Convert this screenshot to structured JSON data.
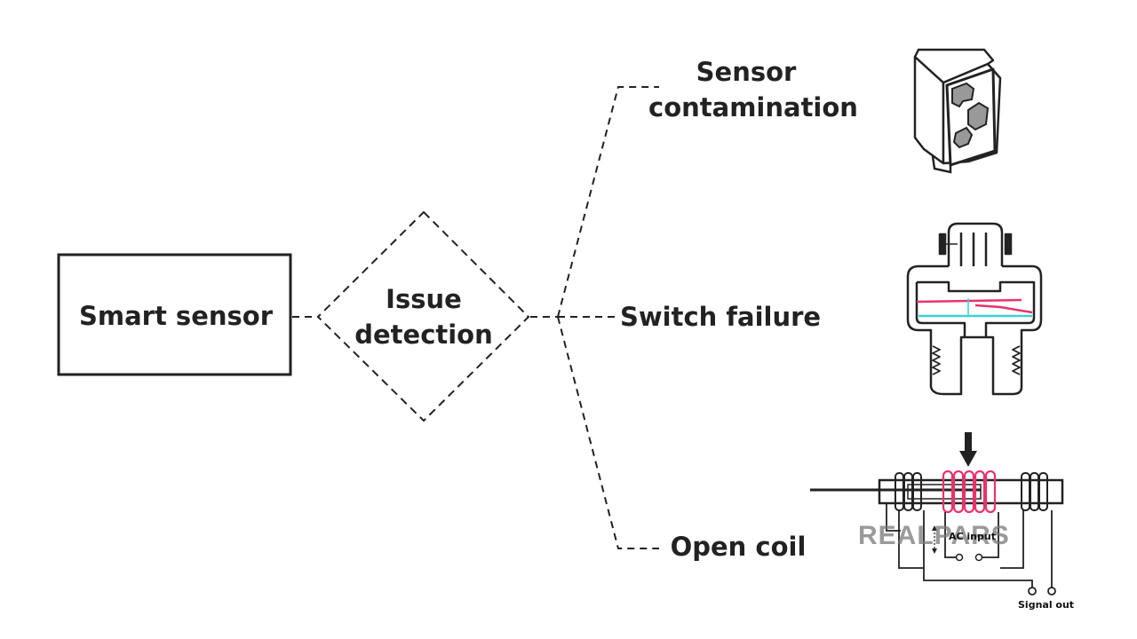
{
  "nodes": {
    "smart_sensor": "Smart sensor",
    "issue_detection_line1": "Issue",
    "issue_detection_line2": "detection",
    "sensor_contamination_line1": "Sensor",
    "sensor_contamination_line2": "contamination",
    "switch_failure": "Switch failure",
    "open_coil": "Open coil"
  },
  "coil_diagram": {
    "ac_input": "AC input",
    "signal_out": "Signal out"
  },
  "watermark": "REALPARS",
  "colors": {
    "line": "#222222",
    "pink": "#e8336b",
    "cyan": "#3fd3cf",
    "dirt": "#999999"
  }
}
